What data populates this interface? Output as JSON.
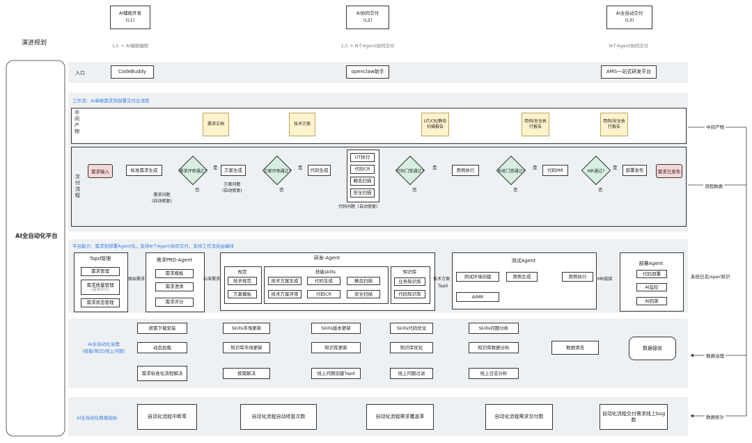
{
  "roadmap": {
    "title": "演进规划",
    "levels": [
      {
        "name": "AI辅助开发",
        "code": "(L1)",
        "desc": "1人 + AI辅助编程"
      },
      {
        "name": "AI协同交付",
        "code": "(L2)",
        "desc": "1人 + N个Agent协同交付"
      },
      {
        "name": "AI全自动交付",
        "code": "(L3)",
        "desc": "N个Agent协同交付"
      }
    ]
  },
  "platform_label": "AI全自动化平台",
  "entry": {
    "label": "入口",
    "items": [
      "CodeBuddy",
      "openclaw助手",
      "AMS一站式研发平台"
    ]
  },
  "workflow": {
    "title": "工作流：AI串联需求到部署交付全流程",
    "artifacts_label": "中间产物",
    "artifacts": [
      "需求文档",
      "技术方案",
      "UT/CR/静态扫描报告",
      "用例/安全执行报告",
      "用例/安全执行报告"
    ],
    "delivery_label": "交付流程",
    "nodes": {
      "start": "需求输入",
      "std": "标准需求生成",
      "review1": "需求评审通过?",
      "plan": "方案生成",
      "review2": "方案评审通过?",
      "code": "代码生成",
      "checks": [
        "UT执行",
        "代码CR",
        "静态扫描",
        "安全扫描"
      ],
      "gate": "代码门禁通过?",
      "case": "用例执行",
      "sysgate": "系统门禁通过?",
      "mr": "代码MR",
      "mrpass": "MR通过?",
      "deploy": "部署发布",
      "end": "需求已发布"
    },
    "yes": "是",
    "no": "否",
    "feedback1": "需求问题\n(自动修复)",
    "feedback2": "方案问题\n(自动修复)",
    "feedback3": "代码问题（自动修复）"
  },
  "capability": {
    "title": "平台能力：需求到部署Agent化，支持N个Agent协同交付，支持工作流自由编排",
    "tapd": {
      "title": "Tapd管理",
      "items": [
        "需求管理",
        "需求质量管理",
        "(需求评分)",
        "需求状态管理"
      ]
    },
    "arrow1": "原始需求",
    "prd": {
      "title": "需求PRD-Agent",
      "items": [
        "需求模板",
        "需求澄清",
        "需求评分"
      ]
    },
    "arrow2": "标准需求",
    "dev": {
      "title": "研发-Agent",
      "spec": {
        "title": "规范",
        "items": [
          "技术规范",
          "方案模板"
        ]
      },
      "skills": {
        "title": "技能skills",
        "items": [
          "技术方案生成",
          "代码生成",
          "静态扫描",
          "技术方案评审",
          "代码CR",
          "安全扫描"
        ]
      },
      "kb": {
        "title": "知识库",
        "items": [
          "业务知识库",
          "代码知识库"
        ]
      }
    },
    "arrow3": "技术方案",
    "arrow3b": "Tapd",
    "test": {
      "title": "测试Agent",
      "items": [
        "测试环境创建",
        "用例生成",
        "用例执行",
        "AIMR"
      ]
    },
    "arrow4": "MR链接",
    "deploy": {
      "title": "部署Agent",
      "items": [
        "代码部署",
        "AI监控",
        "AI回滚"
      ]
    }
  },
  "governance": {
    "title": "AI全自动化治理\n(技能/知识/线上问题)",
    "row1": [
      "Skills问题分析",
      "Skills代码优化",
      "Skills版本更新",
      "Skills市场更新",
      "按需下载安装"
    ],
    "row2": [
      "知识库数据分析",
      "知识库优化",
      "知识库更新",
      "知识库市场更新",
      "动态加载"
    ],
    "row3": [
      "线上日志分析",
      "线上问题过滤",
      "线上问题创建Tapd",
      "按需解决",
      "需求标准化流程解决"
    ],
    "clean": "数据清洗",
    "receive": "数据接收"
  },
  "metrics": {
    "title": "AI全自动化数据指标",
    "items": [
      "自动化流程中断率",
      "自动化流程自动修复次数",
      "自动化流程需求覆盖率",
      "自动化流程需求交付数",
      "自动化流程交付需求线上bug数"
    ]
  },
  "right_labels": [
    "中间产物",
    "流程数据",
    "系统日志/spec知识",
    "数据治理",
    "数据统计"
  ]
}
